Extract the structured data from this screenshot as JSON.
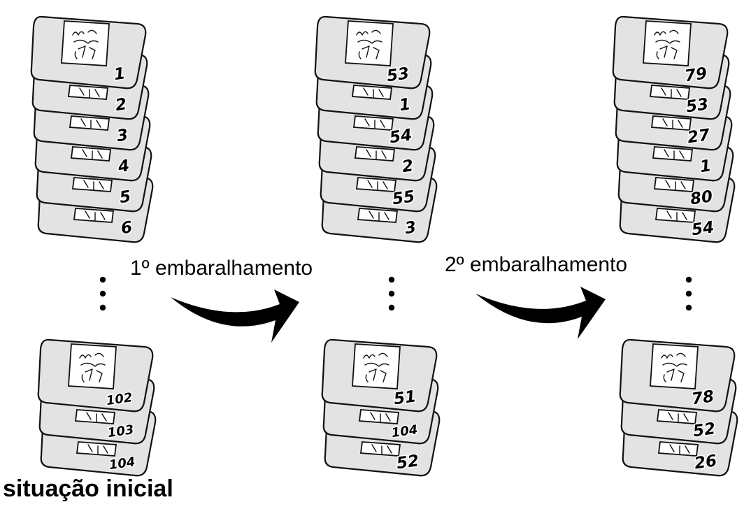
{
  "labels": {
    "initial_state": "situação inicial",
    "shuffle_1": "1º embaralhamento",
    "shuffle_2": "2º embaralhamento"
  },
  "stacks": [
    {
      "name": "initial",
      "top_numbers": [
        "1",
        "2",
        "3",
        "4",
        "5",
        "6"
      ],
      "bottom_numbers": [
        "102",
        "103",
        "104"
      ]
    },
    {
      "name": "after-shuffle-1",
      "top_numbers": [
        "53",
        "1",
        "54",
        "2",
        "55",
        "3"
      ],
      "bottom_numbers": [
        "51",
        "104",
        "52"
      ]
    },
    {
      "name": "after-shuffle-2",
      "top_numbers": [
        "79",
        "53",
        "27",
        "1",
        "80",
        "54"
      ],
      "bottom_numbers": [
        "78",
        "52",
        "26"
      ]
    }
  ],
  "colors": {
    "card_fill": "#e3e3e3",
    "outline": "#111111",
    "background": "#ffffff"
  }
}
